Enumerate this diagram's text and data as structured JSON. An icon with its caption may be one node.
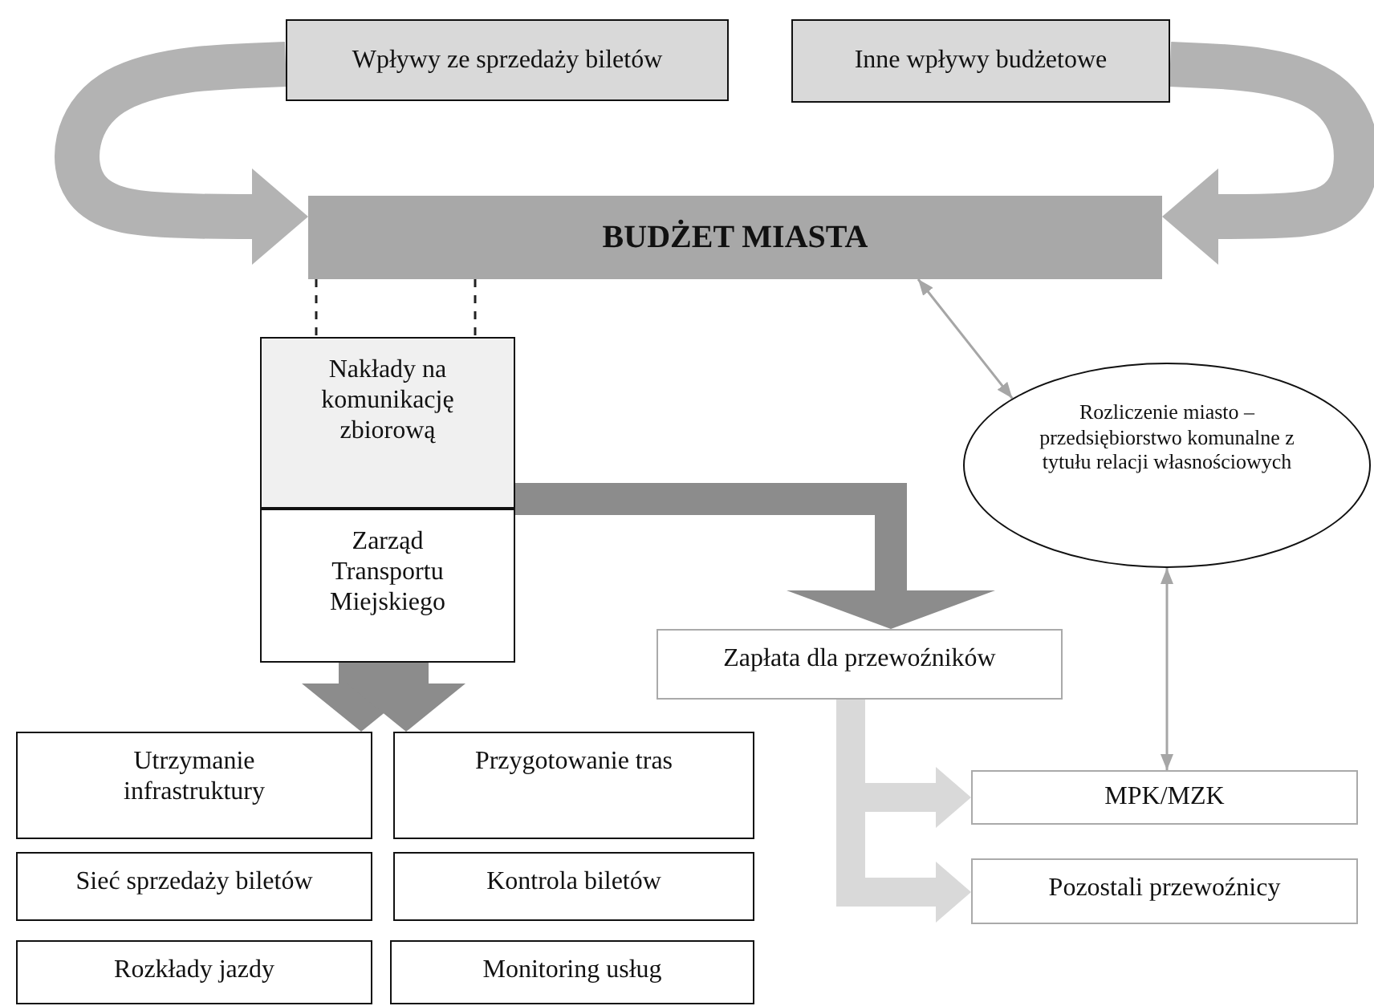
{
  "diagram": {
    "nodes": [
      {
        "text": [
          "Wpływy ze sprzedaży biletów"
        ]
      },
      {
        "text": [
          "Inne wpływy budżetowe"
        ]
      },
      {
        "text": [
          "BUDŻET MIASTA"
        ]
      },
      {
        "text": [
          "Nakłady na komunikację zbiorową"
        ]
      },
      {
        "text": [
          "Zarząd Transportu Miejskiego"
        ]
      },
      {
        "text": [
          "Rozliczenie miasto – przedsiębiorstwo komunalne z tytułu relacji własnościowych"
        ]
      },
      {
        "text": [
          "Zapłata dla przewoźników"
        ]
      },
      {
        "text": [
          "Utrzymanie infrastruktury"
        ]
      },
      {
        "text": [
          "Przygotowanie tras"
        ]
      },
      {
        "text": [
          "Sieć sprzedaży biletów"
        ]
      },
      {
        "text": [
          "Kontrola biletów"
        ]
      },
      {
        "text": [
          "Rozkłady jazdy"
        ]
      },
      {
        "text": [
          "Monitoring usług"
        ]
      },
      {
        "text": [
          "MPK/MZK"
        ]
      },
      {
        "text": [
          "Pozostali przewoźnicy"
        ]
      }
    ],
    "edges": [
      {
        "from": 0,
        "to": 2,
        "arrow": "to",
        "color": "#b3b3b3"
      },
      {
        "from": 1,
        "to": 2,
        "arrow": "to",
        "color": "#b3b3b3"
      },
      {
        "from": 2,
        "to": 3,
        "arrow": "none",
        "style": "dashed",
        "color": "#222222"
      },
      {
        "from": 2,
        "to": 3,
        "arrow": "none",
        "style": "dashed",
        "color": "#222222"
      },
      {
        "from": 2,
        "to": 5,
        "arrow": "both",
        "color": "#a6a6a6"
      },
      {
        "from": 3,
        "to": 6,
        "arrow": "to",
        "color": "#8c8c8c"
      },
      {
        "from": 4,
        "to": 7,
        "arrow": "to",
        "color": "#8c8c8c"
      },
      {
        "from": 4,
        "to": 8,
        "arrow": "to",
        "color": "#8c8c8c"
      },
      {
        "from": 5,
        "to": 13,
        "arrow": "both",
        "color": "#a6a6a6"
      },
      {
        "from": 6,
        "to": 13,
        "arrow": "to",
        "color": "#d9d9d9"
      },
      {
        "from": 6,
        "to": 14,
        "arrow": "to",
        "color": "#d9d9d9"
      }
    ]
  }
}
